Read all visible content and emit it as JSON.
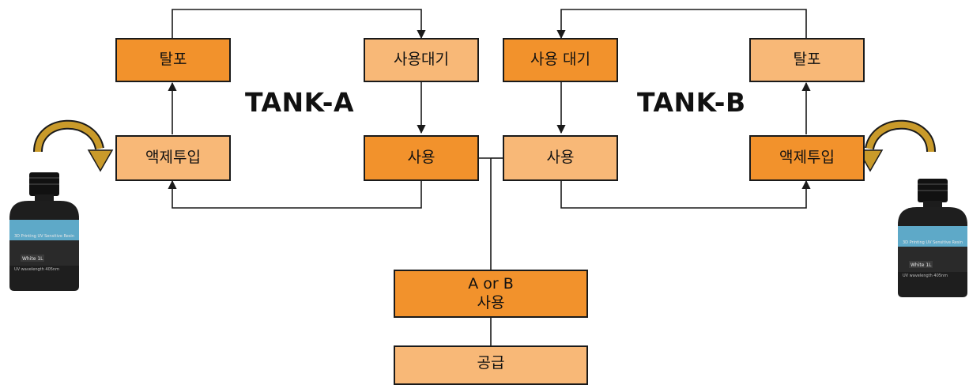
{
  "tank_a": {
    "title": "TANK-A",
    "degas": "탈포",
    "standby": "사용대기",
    "inject": "액제투입",
    "use": "사용"
  },
  "tank_b": {
    "title": "TANK-B",
    "standby": "사용 대기",
    "degas": "탈포",
    "use": "사용",
    "inject": "액제투입"
  },
  "merge": {
    "line1": "A or B",
    "line2": "사용"
  },
  "supply": "공급",
  "bottle": {
    "label_top": "3D Printing UV Sensitive Resin",
    "label_name": "White 1L",
    "label_bottom": "UV wavelength 405nm"
  },
  "colors": {
    "dark_box": "#f2922c",
    "light_box": "#f8b877",
    "curved_arrow": "#c99a2a",
    "bottle_band": "#5ea9c8"
  }
}
